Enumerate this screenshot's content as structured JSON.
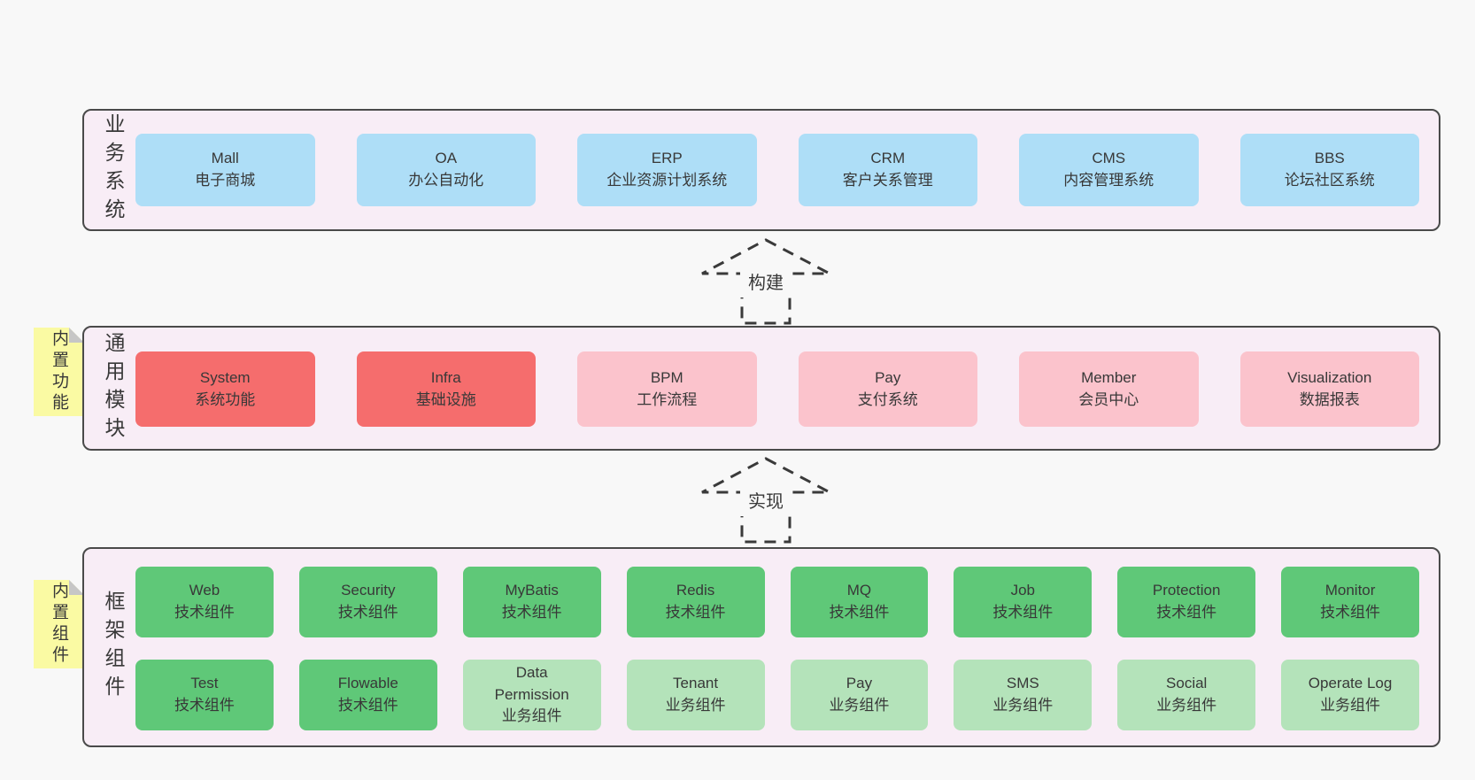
{
  "colors": {
    "page-bg": "#f8f8f8",
    "layer-bg": "#f8edf6",
    "layer-border": "#4a4a4a",
    "text": "#383838",
    "blue": "#aedef7",
    "red": "#f56d6d",
    "pink": "#fbc3cc",
    "green": "#5fc878",
    "light-green": "#b4e3ba",
    "note-yellow": "#fafaa3",
    "note-fold": "#c6c6c6",
    "arrow": "#3a3a3a"
  },
  "notes": [
    {
      "label": "内置功能"
    },
    {
      "label": "内置组件"
    }
  ],
  "arrows": [
    {
      "label": "构建"
    },
    {
      "label": "实现"
    }
  ],
  "layers": [
    {
      "side_label": "业务系统",
      "boxes": [
        {
          "name": "Mall",
          "desc": "电子商城",
          "type": "blue"
        },
        {
          "name": "OA",
          "desc": "办公自动化",
          "type": "blue"
        },
        {
          "name": "ERP",
          "desc": "企业资源计划系统",
          "type": "blue"
        },
        {
          "name": "CRM",
          "desc": "客户关系管理",
          "type": "blue"
        },
        {
          "name": "CMS",
          "desc": "内容管理系统",
          "type": "blue"
        },
        {
          "name": "BBS",
          "desc": "论坛社区系统",
          "type": "blue"
        }
      ]
    },
    {
      "side_label": "通用模块",
      "boxes": [
        {
          "name": "System",
          "desc": "系统功能",
          "type": "red"
        },
        {
          "name": "Infra",
          "desc": "基础设施",
          "type": "red"
        },
        {
          "name": "BPM",
          "desc": "工作流程",
          "type": "pink"
        },
        {
          "name": "Pay",
          "desc": "支付系统",
          "type": "pink"
        },
        {
          "name": "Member",
          "desc": "会员中心",
          "type": "pink"
        },
        {
          "name": "Visualization",
          "desc": "数据报表",
          "type": "pink"
        }
      ]
    },
    {
      "side_label": "框架组件",
      "rows": [
        [
          {
            "name": "Web",
            "desc": "技术组件",
            "type": "green"
          },
          {
            "name": "Security",
            "desc": "技术组件",
            "type": "green"
          },
          {
            "name": "MyBatis",
            "desc": "技术组件",
            "type": "green"
          },
          {
            "name": "Redis",
            "desc": "技术组件",
            "type": "green"
          },
          {
            "name": "MQ",
            "desc": "技术组件",
            "type": "green"
          },
          {
            "name": "Job",
            "desc": "技术组件",
            "type": "green"
          },
          {
            "name": "Protection",
            "desc": "技术组件",
            "type": "green"
          },
          {
            "name": "Monitor",
            "desc": "技术组件",
            "type": "green"
          }
        ],
        [
          {
            "name": "Test",
            "desc": "技术组件",
            "type": "green"
          },
          {
            "name": "Flowable",
            "desc": "技术组件",
            "type": "green"
          },
          {
            "name": "Data Permission",
            "desc": "业务组件",
            "type": "light-green"
          },
          {
            "name": "Tenant",
            "desc": "业务组件",
            "type": "light-green"
          },
          {
            "name": "Pay",
            "desc": "业务组件",
            "type": "light-green"
          },
          {
            "name": "SMS",
            "desc": "业务组件",
            "type": "light-green"
          },
          {
            "name": "Social",
            "desc": "业务组件",
            "type": "light-green"
          },
          {
            "name": "Operate Log",
            "desc": "业务组件",
            "type": "light-green"
          }
        ]
      ]
    }
  ]
}
